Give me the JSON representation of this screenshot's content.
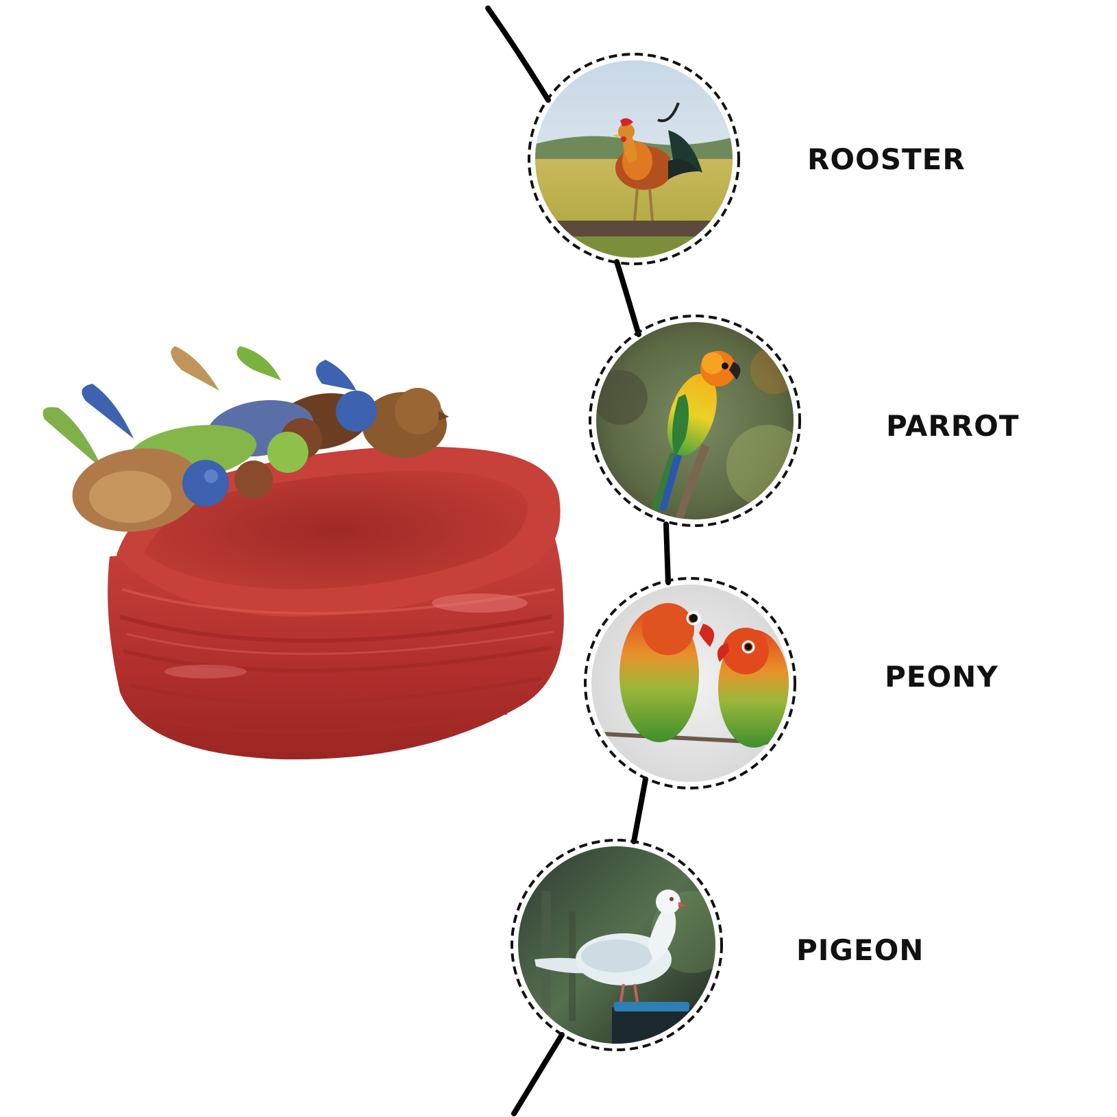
{
  "birds": [
    {
      "label": "ROOSTER",
      "icon": "rooster-photo"
    },
    {
      "label": "PARROT",
      "icon": "parrot-photo"
    },
    {
      "label": "PEONY",
      "icon": "lovebird-photo"
    },
    {
      "label": "PIGEON",
      "icon": "pigeon-photo"
    }
  ],
  "colors": {
    "connector": "#000000",
    "dish_glaze": "#c0322f",
    "text": "#111111"
  }
}
